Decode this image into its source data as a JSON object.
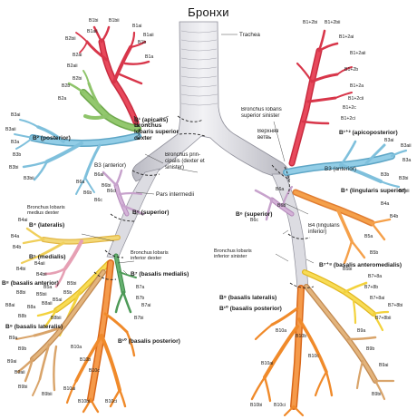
{
  "title": "Бронхи",
  "colors": {
    "trachea": "#d6d6dc",
    "apical_red": "#d8364a",
    "posterior_blue": "#7fc0dc",
    "anterior_green": "#8ec46a",
    "superior_purple": "#c7a2cc",
    "medial_pink": "#e6a0b4",
    "lateral_yellow": "#f0cf5a",
    "anterior_yellow": "#f3d23c",
    "basal_orange": "#f08a2a",
    "lateral_basal_tan": "#d9a46a",
    "lingular_orange": "#f5a04a"
  },
  "labels": {
    "trachea": "Trachea",
    "b1_apicalis": "B¹ (apicalis)",
    "bronchus_lobaris_superior_dexter": "Bronchus lobaris superior dexter",
    "b2_posterior": "B² (posterior)",
    "b3_anterior_right": "B3 (anterior)",
    "bronchus_principalis": "Bronchus prin- cipalis (dexter et sinister)",
    "pars_intermedii": "Pars intermedii",
    "bronchus_lobaris_superior_sinister": "Bronchus lobaris superior sinister",
    "verkhnyaya_vetv": "Верхняя ветвь",
    "b1_2_apicoposterior": "B¹⁺² (apicoposterior)",
    "b3_anterior_left": "B3 (anterior)",
    "b4_lingularis_superior": "B⁴ (lingularis superior)",
    "b6_superior_right": "B⁶ (superior)",
    "b6_superior_left": "B⁶ (superior)",
    "bronchus_lobaris_medius_dexter": "Bronchus lobaris medius dexter",
    "b4_lateralis": "B⁴ (lateralis)",
    "b5_medialis": "B⁵ (medialis)",
    "bronchus_lobaris_inferior_dexter": "Bronchus lobaris inferior dexter",
    "b7_basalis_medialis": "B⁷ (basalis medialis)",
    "b4_lingularis_inferior": "B4 (lingularis inferior)",
    "bronchus_lobaris_inferior_sinister": "Bronchus lobaris inferior sinister",
    "b7_8_basalis_anteromedialis": "B⁷⁺⁸ (basalis anteromedialis)",
    "b8_basalis_anterior": "B⁸ (basalis anterior)",
    "b9_basalis_lateralis_right": "B⁹ (basalis lateralis)",
    "b9_basalis_lateralis_left": "B⁹ (basalis lateralis)",
    "b10_basalis_posterior_right": "B¹⁰ (basalis posterior)",
    "b10_basalis_posterior_left": "B¹⁰ (basalis posterior)"
  },
  "minor_labels": [
    "B1bi",
    "B1bii",
    "B1ai",
    "B1aii",
    "B1aii",
    "B1b",
    "B1a",
    "B2bii",
    "B2ai",
    "B2aii",
    "B2b",
    "B2a",
    "B2bi",
    "B3ai",
    "B3aii",
    "B3a",
    "B3b",
    "B3bi",
    "B3bii",
    "B1+2bi",
    "B1+2bii",
    "B1+2ai",
    "B1+2aii",
    "B1+2b",
    "B1+2a",
    "B1+2c",
    "B1+2ci",
    "B1+2cii",
    "B3ai",
    "B3aii",
    "B3a",
    "B3bi",
    "B3bii",
    "B3b",
    "B6a",
    "B6b",
    "B6c",
    "B6ai",
    "B6bi",
    "B6ci",
    "B4a",
    "B4b",
    "B4ai",
    "B4aii",
    "B4bi",
    "B4bii",
    "B5a",
    "B5b",
    "B5ai",
    "B5bi",
    "B5bii",
    "B7a",
    "B7b",
    "B7ai",
    "B7bi",
    "B8a",
    "B8b",
    "B8ai",
    "B8aii",
    "B8bi",
    "B8bii",
    "B9a",
    "B9b",
    "B9ai",
    "B9aii",
    "B9bi",
    "B9bii",
    "B10a",
    "B10b",
    "B10c",
    "B10ai",
    "B10bi",
    "B10ci",
    "B4a",
    "B4b",
    "B5a",
    "B5b",
    "B5bi",
    "B6a",
    "B6b",
    "B6c",
    "B7+8a",
    "B7+8b",
    "B7+8ai",
    "B7+8bi",
    "B7+8bii",
    "B9a",
    "B9b",
    "B9ai",
    "B9bi",
    "B10a",
    "B10b",
    "B10c",
    "B10ai",
    "B10bi",
    "B10ci"
  ]
}
